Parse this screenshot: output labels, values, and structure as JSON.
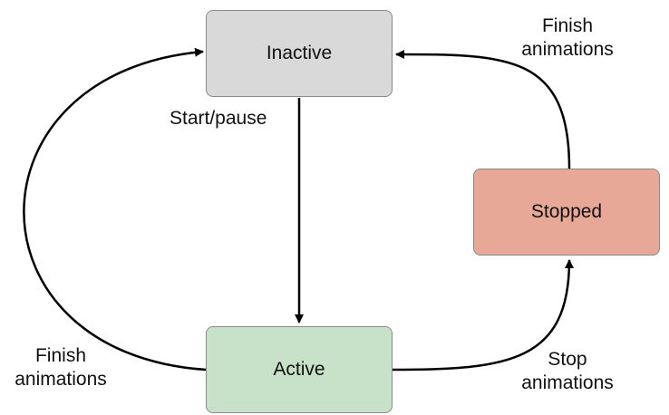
{
  "nodes": {
    "inactive": {
      "label": "Inactive",
      "fill": "#d9d9d9"
    },
    "active": {
      "label": "Active",
      "fill": "#c8e2c9"
    },
    "stopped": {
      "label": "Stopped",
      "fill": "#e8a898"
    }
  },
  "edges": {
    "start_pause": {
      "label": "Start/pause"
    },
    "finish_left": {
      "line1": "Finish",
      "line2": "animations"
    },
    "finish_right": {
      "line1": "Finish",
      "line2": "animations"
    },
    "stop": {
      "line1": "Stop",
      "line2": "animations"
    }
  },
  "colors": {
    "edge": "#000000",
    "node_border": "#8a8a8a"
  }
}
